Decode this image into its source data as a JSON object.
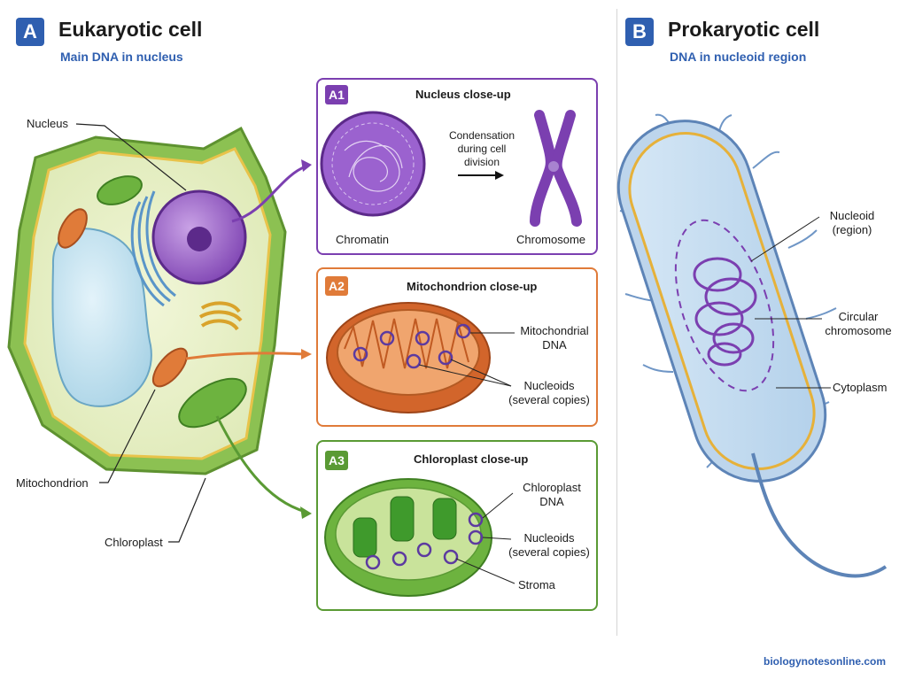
{
  "panel_a": {
    "badge": "A",
    "title": "Eukaryotic cell",
    "subtitle": "Main DNA in nucleus",
    "labels": {
      "nucleus": "Nucleus",
      "mitochondrion": "Mitochondrion",
      "chloroplast": "Chloroplast"
    },
    "insets": [
      {
        "badge": "A1",
        "title": "Nucleus close-up",
        "chromatin": "Chromatin",
        "condensation": [
          "Condensation",
          "during cell",
          "division"
        ],
        "chromosome": "Chromosome"
      },
      {
        "badge": "A2",
        "title": "Mitochondrion close-up",
        "dna": [
          "Mitochondrial",
          "DNA"
        ],
        "nucleoids": [
          "Nucleoids",
          "(several copies)"
        ]
      },
      {
        "badge": "A3",
        "title": "Chloroplast close-up",
        "dna": [
          "Chloroplast",
          "DNA"
        ],
        "nucleoids": [
          "Nucleoids",
          "(several copies)"
        ],
        "stroma": "Stroma"
      }
    ]
  },
  "panel_b": {
    "badge": "B",
    "title": "Prokaryotic cell",
    "subtitle": "DNA in nucleoid region",
    "labels": {
      "nucleoid": [
        "Nucleoid",
        "(region)"
      ],
      "circular_chromosome": [
        "Circular",
        "chromosome"
      ],
      "cytoplasm": "Cytoplasm"
    }
  },
  "footer": "biologynotesonline.com",
  "colors": {
    "badge_blue": "#2f5fb0",
    "nucleus_purple": "#7b3fb0",
    "mito_orange": "#e07b39",
    "chloro_green": "#5a9a34",
    "cell_green": "#7cb342",
    "subtitle_blue": "#2f5fb0"
  }
}
